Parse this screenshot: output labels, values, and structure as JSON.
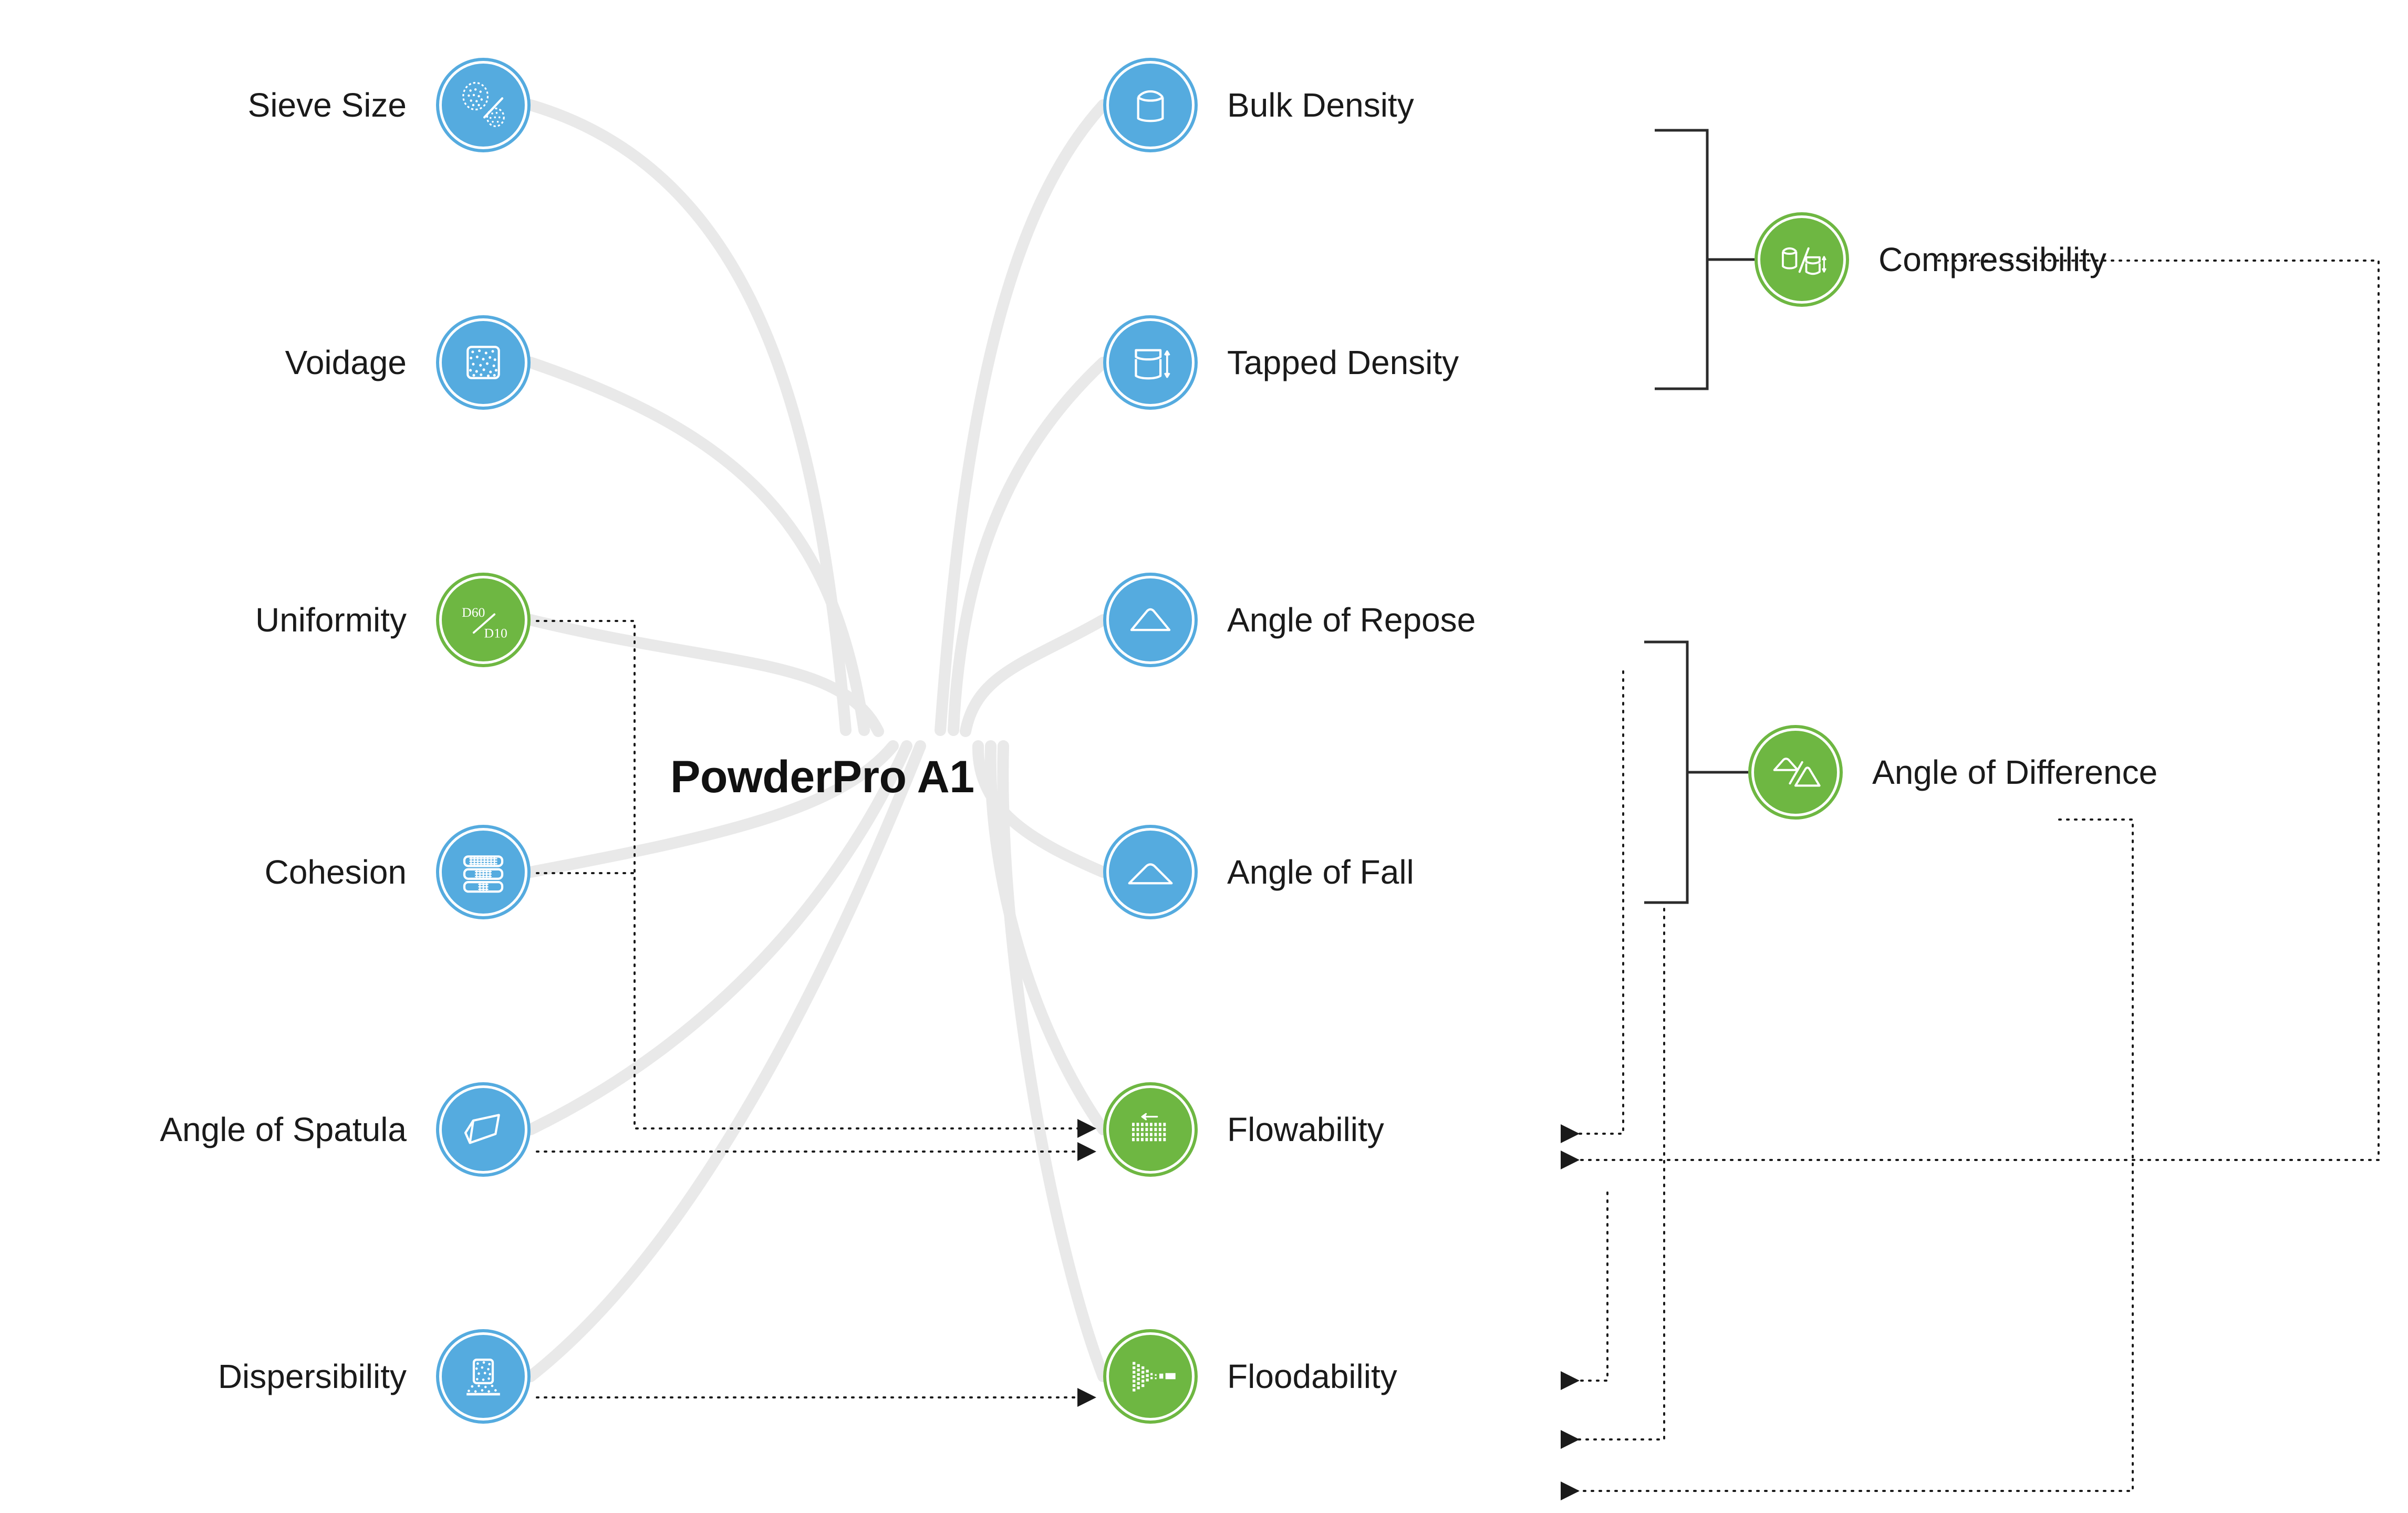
{
  "diagram": {
    "center_title": "PowderPro A1",
    "colors": {
      "blue": "#55abdf",
      "green": "#6eb742",
      "wire_grey": "#e6e6e6",
      "wire_dark": "#2b2b2b",
      "text": "#1a1a1a",
      "background": "#ffffff"
    }
  },
  "inputs_left": [
    {
      "label": "Sieve Size",
      "icon": "sieve-particles-icon",
      "color": "blue"
    },
    {
      "label": "Voidage",
      "icon": "speckled-square-icon",
      "color": "blue"
    },
    {
      "label": "Uniformity",
      "icon": "d60-over-d10-ratio-icon",
      "color": "green",
      "ratio_numerator": "D60",
      "ratio_denominator": "D10"
    },
    {
      "label": "Cohesion",
      "icon": "stacked-sieve-trays-icon",
      "color": "blue"
    },
    {
      "label": "Angle of Spatula",
      "icon": "spatula-icon",
      "color": "blue"
    },
    {
      "label": "Dispersibility",
      "icon": "falling-powder-icon",
      "color": "blue"
    }
  ],
  "measures_middle": [
    {
      "label": "Bulk Density",
      "icon": "heaped-cylinder-icon",
      "color": "blue"
    },
    {
      "label": "Tapped Density",
      "icon": "tapped-cylinder-arrow-icon",
      "color": "blue"
    },
    {
      "label": "Angle of Repose",
      "icon": "repose-cone-icon",
      "color": "blue"
    },
    {
      "label": "Angle of Fall",
      "icon": "fall-cone-icon",
      "color": "blue"
    },
    {
      "label": "Flowability",
      "icon": "flow-grid-arrow-icon",
      "color": "green"
    },
    {
      "label": "Floodability",
      "icon": "flood-spray-icon",
      "color": "green"
    }
  ],
  "derived_right": [
    {
      "label": "Compressibility",
      "icon": "bulk-over-tapped-ratio-icon",
      "color": "green"
    },
    {
      "label": "Angle of Difference",
      "icon": "repose-over-fall-ratio-icon",
      "color": "green"
    }
  ],
  "relationships": [
    {
      "from": [
        "Bulk Density",
        "Tapped Density"
      ],
      "to": "Compressibility",
      "style": "solid-bracket"
    },
    {
      "from": [
        "Angle of Repose",
        "Angle of Fall"
      ],
      "to": "Angle of Difference",
      "style": "solid-bracket"
    },
    {
      "from": "Angle of Spatula",
      "to": "Flowability",
      "style": "dotted-arrow"
    },
    {
      "from": "Uniformity",
      "to": "Flowability",
      "style": "dotted-arrow"
    },
    {
      "from": "Cohesion",
      "to": "Flowability",
      "style": "dotted-arrow"
    },
    {
      "from": "Dispersibility",
      "to": "Floodability",
      "style": "dotted-arrow"
    },
    {
      "from": "Angle of Repose",
      "to": "Flowability",
      "style": "dotted-arrow"
    },
    {
      "from": "Angle of Fall",
      "to": "Flowability",
      "style": "dotted-arrow"
    },
    {
      "from": "Compressibility",
      "to": "Flowability",
      "style": "dotted-arrow"
    },
    {
      "from": "Angle of Fall",
      "to": "Floodability",
      "style": "dotted-arrow"
    },
    {
      "from": "Flowability",
      "to": "Floodability",
      "style": "dotted-arrow"
    },
    {
      "from": "Angle of Difference",
      "to": "Floodability",
      "style": "dotted-arrow"
    }
  ]
}
